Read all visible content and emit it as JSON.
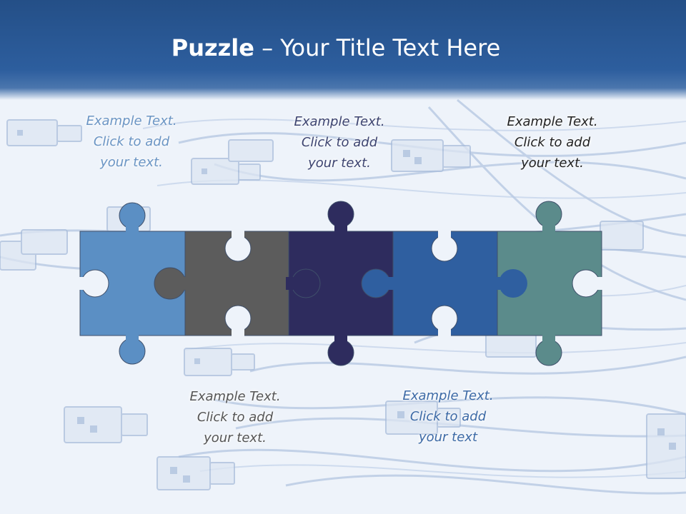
{
  "slide": {
    "title_bold": "Puzzle",
    "title_rest": " – Your Title Text Here"
  },
  "colors": {
    "header": "#2d5e9e",
    "piece_1": "#5b8fc4",
    "piece_2": "#5c5c5c",
    "piece_3": "#2e2c5e",
    "piece_4": "#2f5fa0",
    "piece_5": "#5b8b8b"
  },
  "captions": [
    {
      "line1": "Example Text.",
      "line2": "Click  to add",
      "line3": "your text.",
      "color": "#6b95c4"
    },
    {
      "line1": "Example Text.",
      "line2": "Click  to add",
      "line3": "your text.",
      "color": "#3d4470"
    },
    {
      "line1": "Example Text.",
      "line2": "Click  to add",
      "line3": "your text.",
      "color": "#222222"
    },
    {
      "line1": "Example Text.",
      "line2": "Click  to add",
      "line3": "your text.",
      "color": "#555555"
    },
    {
      "line1": "Example Text.",
      "line2": "Click  to add",
      "line3": "your text",
      "color": "#3d6aa6"
    }
  ]
}
